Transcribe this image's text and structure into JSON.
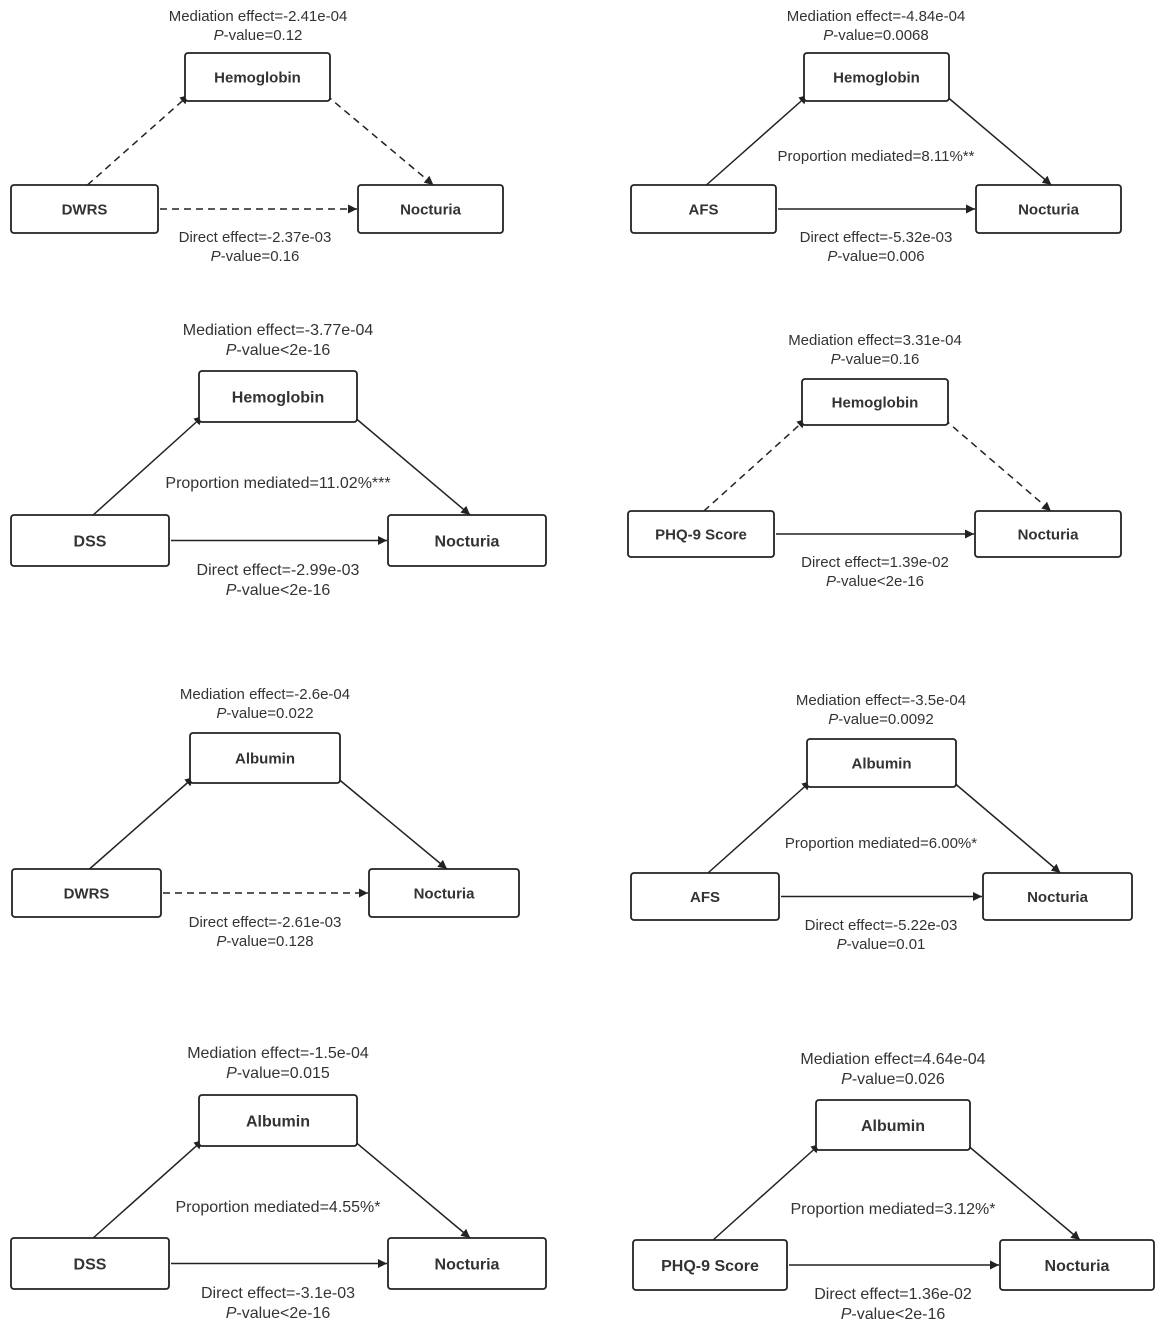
{
  "panels": [
    {
      "exposure": "DWRS",
      "mediator": "Hemoglobin",
      "outcome": "Nocturia",
      "mediation_effect": "Mediation effect=-2.41e-04",
      "mediation_p": "-value=0.12",
      "proportion": "",
      "direct_effect": "Direct effect=-2.37e-03",
      "direct_p": "-value=0.16",
      "indirect_line": "dashed",
      "direct_line": "dashed"
    },
    {
      "exposure": "AFS",
      "mediator": "Hemoglobin",
      "outcome": "Nocturia",
      "mediation_effect": "Mediation effect=-4.84e-04",
      "mediation_p": "-value=0.0068",
      "proportion": "Proportion mediated=8.11%**",
      "direct_effect": "Direct effect=-5.32e-03",
      "direct_p": "-value=0.006",
      "indirect_line": "solid",
      "direct_line": "solid"
    },
    {
      "exposure": "DSS",
      "mediator": "Hemoglobin",
      "outcome": "Nocturia",
      "mediation_effect": "Mediation effect=-3.77e-04",
      "mediation_p": "-value<2e-16",
      "proportion": "Proportion mediated=11.02%***",
      "direct_effect": "Direct effect=-2.99e-03",
      "direct_p": "-value<2e-16",
      "indirect_line": "solid",
      "direct_line": "solid"
    },
    {
      "exposure": "PHQ-9 Score",
      "mediator": "Hemoglobin",
      "outcome": "Nocturia",
      "mediation_effect": "Mediation effect=3.31e-04",
      "mediation_p": "-value=0.16",
      "proportion": "",
      "direct_effect": "Direct effect=1.39e-02",
      "direct_p": "-value<2e-16",
      "indirect_line": "dashed",
      "direct_line": "solid"
    },
    {
      "exposure": "DWRS",
      "mediator": "Albumin",
      "outcome": "Nocturia",
      "mediation_effect": "Mediation effect=-2.6e-04",
      "mediation_p": "-value=0.022",
      "proportion": "",
      "direct_effect": "Direct effect=-2.61e-03",
      "direct_p": "-value=0.128",
      "indirect_line": "solid",
      "direct_line": "dashed"
    },
    {
      "exposure": "AFS",
      "mediator": "Albumin",
      "outcome": "Nocturia",
      "mediation_effect": "Mediation effect=-3.5e-04",
      "mediation_p": "-value=0.0092",
      "proportion": "Proportion mediated=6.00%*",
      "direct_effect": "Direct effect=-5.22e-03",
      "direct_p": "-value=0.01",
      "indirect_line": "solid",
      "direct_line": "solid"
    },
    {
      "exposure": "DSS",
      "mediator": "Albumin",
      "outcome": "Nocturia",
      "mediation_effect": "Mediation effect=-1.5e-04",
      "mediation_p": "-value=0.015",
      "proportion": "Proportion mediated=4.55%*",
      "direct_effect": "Direct effect=-3.1e-03",
      "direct_p": "-value<2e-16",
      "indirect_line": "solid",
      "direct_line": "solid"
    },
    {
      "exposure": "PHQ-9 Score",
      "mediator": "Albumin",
      "outcome": "Nocturia",
      "mediation_effect": "Mediation effect=4.64e-04",
      "mediation_p": "-value=0.026",
      "proportion": "Proportion mediated=3.12%*",
      "direct_effect": "Direct effect=1.36e-02",
      "direct_p": "-value<2e-16",
      "indirect_line": "solid",
      "direct_line": "solid"
    }
  ],
  "p_symbol": "P"
}
